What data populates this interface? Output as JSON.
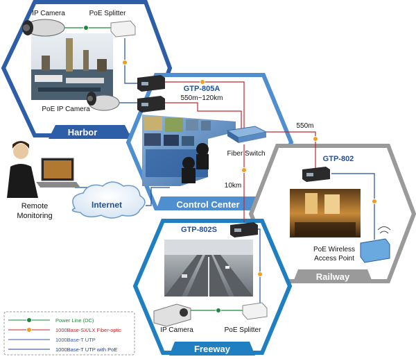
{
  "zones": {
    "harbor": "Harbor",
    "control_center": "Control Center",
    "railway": "Railway",
    "freeway": "Freeway"
  },
  "devices": {
    "harbor_ip_camera": "IP Camera",
    "harbor_poe_splitter": "PoE Splitter",
    "harbor_poe_ip_camera": "PoE IP Camera",
    "gtp_805a": "GTP-805A",
    "gtp_805a_range": "550m~120km",
    "fiber_switch": "Fiber Switch",
    "gtp_802": "GTP-802",
    "gtp_802s": "GTP-802S",
    "poe_wireless_ap_line1": "PoE Wireless",
    "poe_wireless_ap_line2": "Access Point",
    "freeway_ip_camera": "IP Camera",
    "freeway_poe_splitter": "PoE Splitter",
    "remote_line1": "Remote",
    "remote_line2": "Monitoring",
    "internet": "Internet"
  },
  "distances": {
    "to_railway": "550m",
    "to_freeway": "10km"
  },
  "legend": [
    {
      "label": "Power Line (DC)",
      "color": "#1a8a3a"
    },
    {
      "label": "1000Base-SX/LX Fiber-optic",
      "color": "#c0262d"
    },
    {
      "label": "1000Base-T UTP",
      "color": "#3a5ba8"
    },
    {
      "label": "1000Base-T UTP with PoE",
      "color": "#1f3f8f"
    }
  ],
  "colors": {
    "harbor": "#2e5ea8",
    "control_center": "#4f8fcf",
    "railway": "#9a9a9a",
    "freeway": "#1f7fc0",
    "fiber": "#c0262d",
    "utp": "#1f4e9c",
    "power": "#1a8a3a"
  }
}
